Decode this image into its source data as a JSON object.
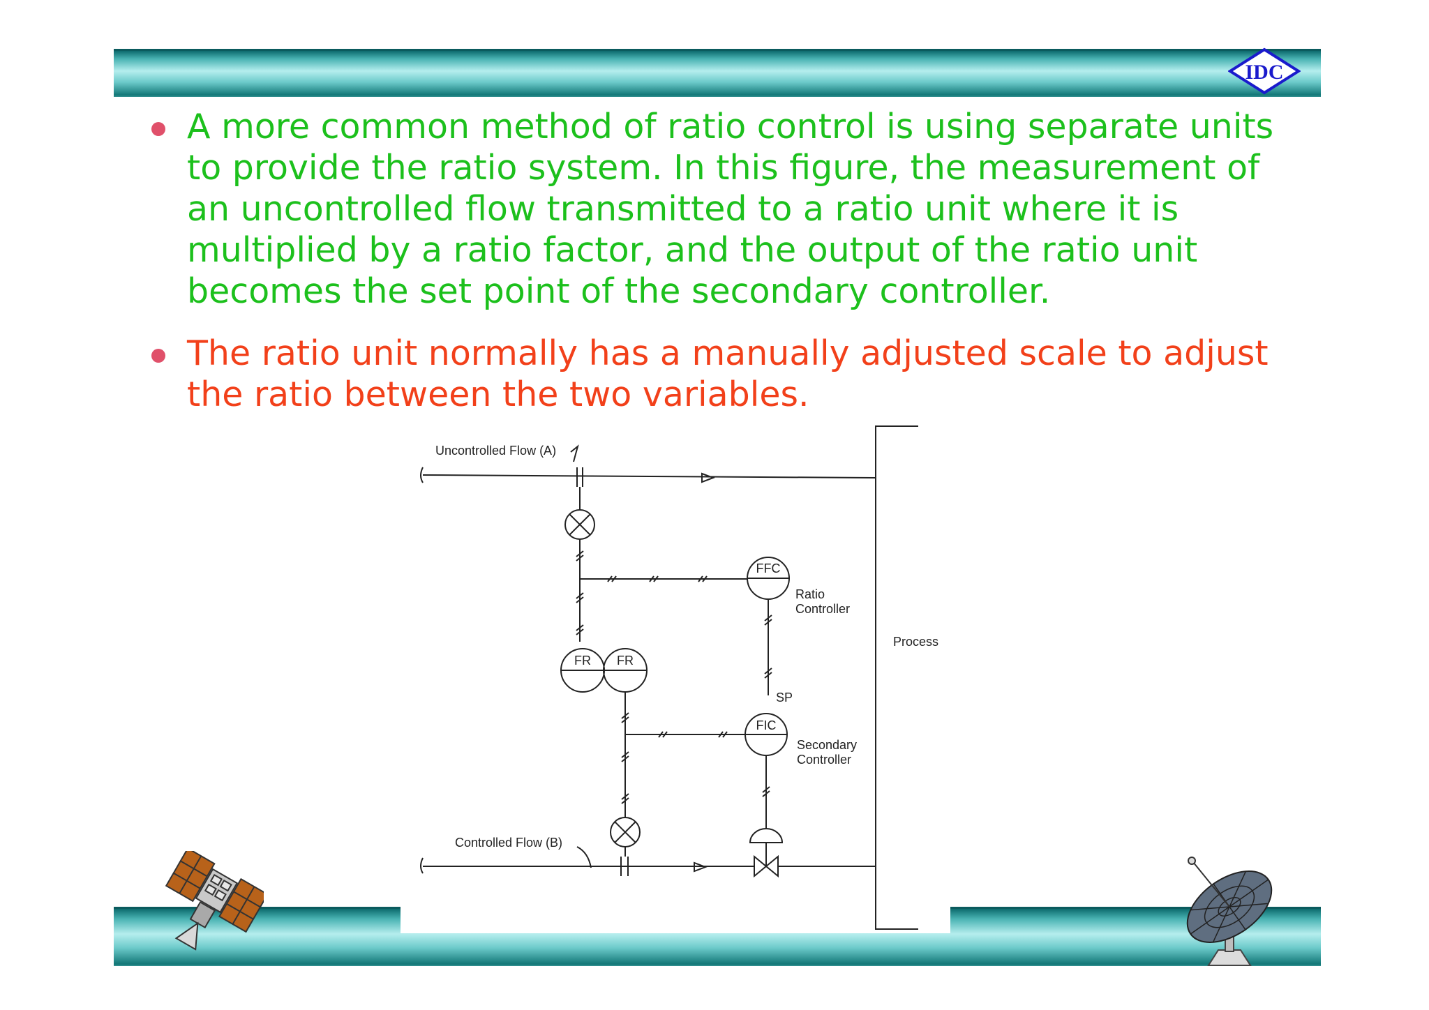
{
  "slide": {
    "logo_text": "IDC",
    "bullets": [
      {
        "text": "A more common method of ratio control is using separate units to provide the ratio system. In this figure, the measurement of an uncontrolled flow transmitted to a ratio unit where it is multiplied by a ratio factor, and the output of the ratio unit becomes the set point of the secondary controller.",
        "color": "#1cc01c"
      },
      {
        "text": "The ratio unit normally has a manually adjusted scale to adjust the ratio between the two variables.",
        "color": "#f2401a"
      }
    ]
  },
  "diagram": {
    "uncontrolled_flow_label": "Uncontrolled Flow (A)",
    "controlled_flow_label": "Controlled Flow (B)",
    "ffc_tag": "FFC",
    "ratio_controller_label_1": "Ratio",
    "ratio_controller_label_2": "Controller",
    "fr_tag_1": "FR",
    "fr_tag_2": "FR",
    "sp_label": "SP",
    "fic_tag": "FIC",
    "secondary_controller_label_1": "Secondary",
    "secondary_controller_label_2": "Controller",
    "process_label": "Process"
  },
  "icons": [
    "satellite-icon",
    "satellite-dish-icon",
    "idc-logo-icon"
  ]
}
